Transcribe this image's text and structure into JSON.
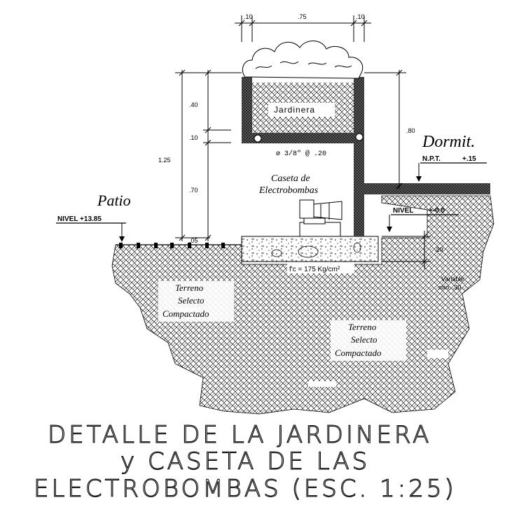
{
  "dimensions": {
    "top_left_wall": ".10",
    "top_width": ".75",
    "top_right_wall": ".10",
    "h_040": ".40",
    "h_010": ".10",
    "h_125": "1.25",
    "h_070": ".70",
    "h_005": ".05",
    "h_080": ".80",
    "h_020": ".20",
    "variable": "Variable",
    "min_030": "mín. .30"
  },
  "labels": {
    "jardinera": "Jardinera",
    "rebar": "ø 3/8\" @ .20",
    "caseta_line1": "Caseta de",
    "caseta_line2": "Electrobombas",
    "patio": "Patio",
    "nivel_patio": "NIVEL +13.85",
    "dormit": "Dormit.",
    "npt": "N.P.T.",
    "npt_value": "+.15",
    "nivel_interior": "NIVEL",
    "nivel_interior_value": "+-0.0",
    "concrete": "f'c = 175 Kg/cm²",
    "terreno1_line1": "Terreno",
    "terreno1_line2": "Selecto",
    "terreno1_line3": "Compactado",
    "terreno2_line1": "Terreno",
    "terreno2_line2": "Selecto",
    "terreno2_line3": "Compactado"
  },
  "title": {
    "line1": "DETALLE DE LA JARDINERA",
    "line2": "y CASETA DE LAS",
    "line3": "ELECTROBOMBAS (ESC. 1:25)"
  }
}
